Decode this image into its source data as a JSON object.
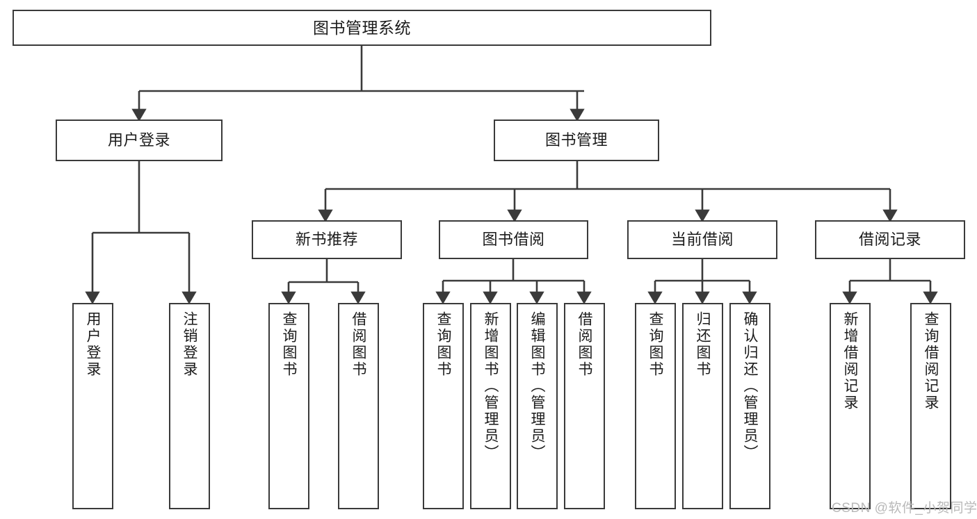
{
  "diagram": {
    "title": "图书管理系统",
    "watermark": "CSDN @软件_小贺同学",
    "line_color": "#3a3a3a",
    "text_color": "#1b1b1b",
    "background": "#ffffff",
    "nodes": {
      "root": "图书管理系统",
      "user_login": "用户登录",
      "book_manage": "图书管理",
      "new_book_rec": "新书推荐",
      "book_borrow": "图书借阅",
      "current_borrow": "当前借阅",
      "borrow_record": "借阅记录",
      "leaf_user_login": "用户登录",
      "leaf_logout": "注销登录",
      "leaf_query_book_1": "查询图书",
      "leaf_borrow_book_1": "借阅图书",
      "leaf_query_book_2": "查询图书",
      "leaf_add_book_admin": "新增图书（管理员）",
      "leaf_edit_book_admin": "编辑图书（管理员）",
      "leaf_borrow_book_2": "借阅图书",
      "leaf_query_book_3": "查询图书",
      "leaf_return_book": "归还图书",
      "leaf_confirm_return_admin": "确认归还（管理员）",
      "leaf_add_borrow_record": "新增借阅记录",
      "leaf_query_borrow_record": "查询借阅记录"
    }
  }
}
